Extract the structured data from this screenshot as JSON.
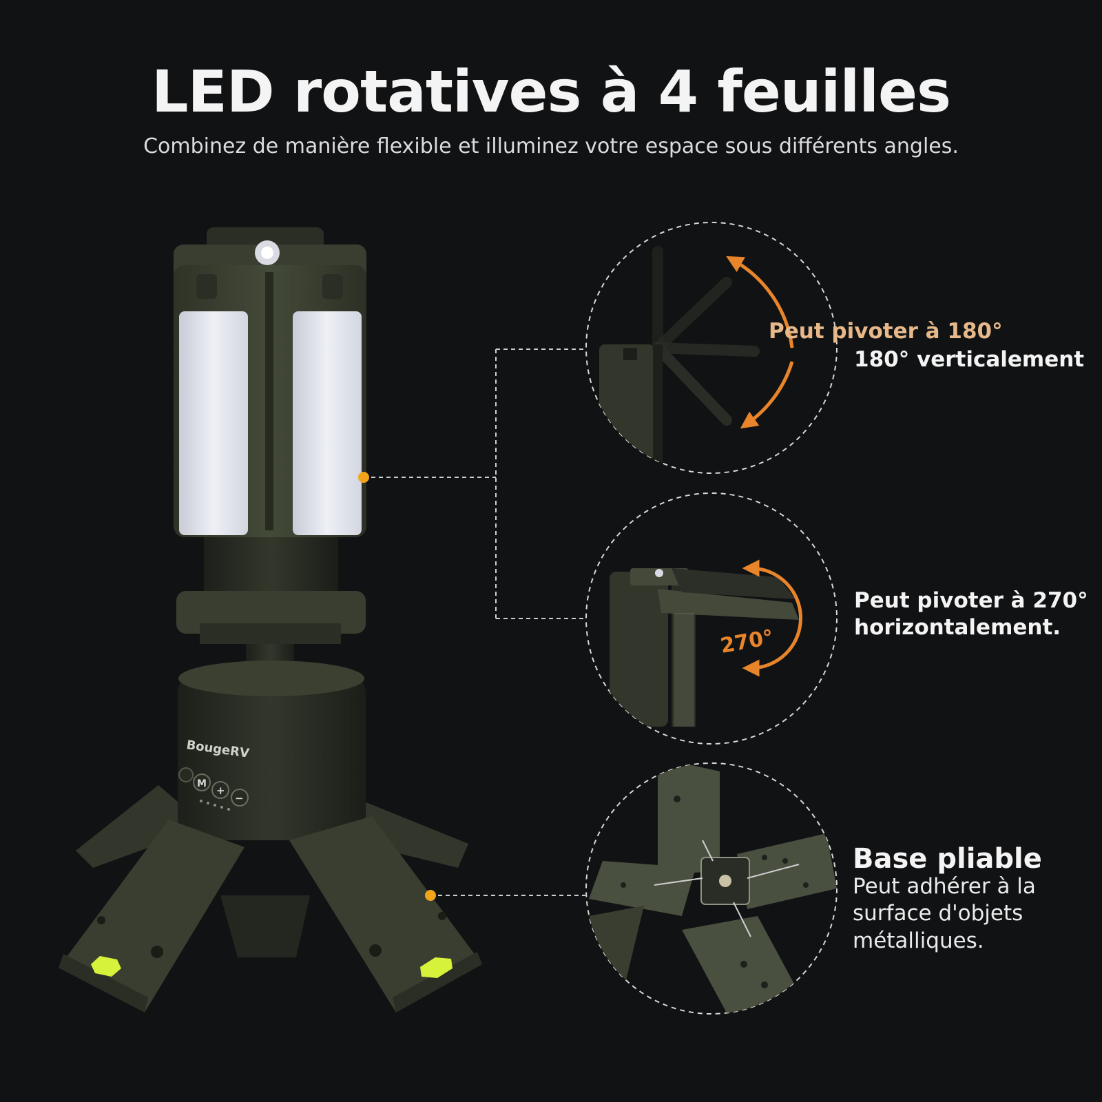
{
  "header": {
    "title": "LED rotatives à 4 feuilles",
    "subtitle": "Combinez de manière flexible et illuminez votre espace sous différents angles."
  },
  "product": {
    "brand": "BougeRV",
    "buttons": [
      "M",
      "+",
      "−"
    ]
  },
  "callouts": {
    "vertical": {
      "accent": "Peut pivoter à 180°",
      "text": "180° verticalement"
    },
    "horizontal": {
      "text": "Peut pivoter à 270° horizontalement.",
      "angle_label": "270°"
    },
    "base": {
      "heading": "Base pliable",
      "text": "Peut adhérer à la surface d'objets métalliques."
    }
  },
  "colors": {
    "background": "#111214",
    "body_olive": "#3a3e30",
    "accent_orange": "#e8852a",
    "marker_yellow": "#f2a51a",
    "led_glow": "#e6e9f2",
    "reflector_green": "#d7f23a"
  }
}
